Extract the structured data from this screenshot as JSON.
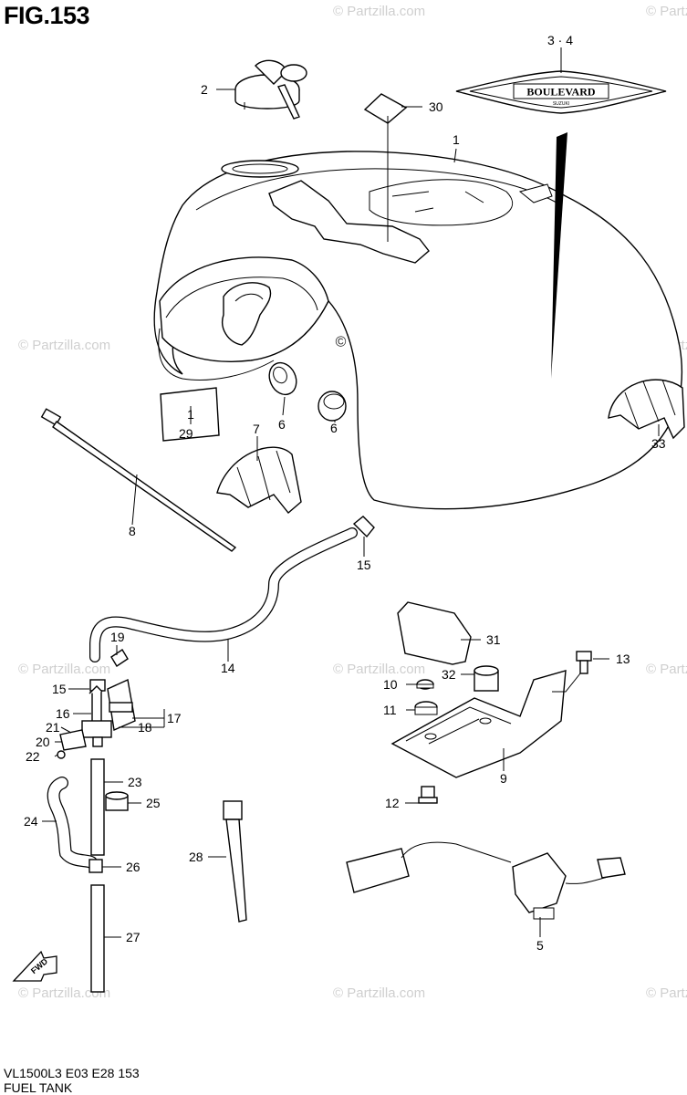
{
  "figure": {
    "title": "FIG.153",
    "model_code": "VL1500L3  E03  E28  153",
    "section_title": "FUEL TANK"
  },
  "watermark": {
    "text": "© Partzilla.com",
    "color": "#cfcfcf"
  },
  "emblem": {
    "text": "BOULEVARD",
    "subtext": "SUZUKI"
  },
  "forward_arrow": {
    "label": "FWD"
  },
  "callouts": {
    "c1": "1",
    "c2": "2",
    "c3_4": "3 · 4",
    "c5": "5",
    "c6a": "6",
    "c6b": "6",
    "c7": "7",
    "c8": "8",
    "c9": "9",
    "c10": "10",
    "c11": "11",
    "c12": "12",
    "c13": "13",
    "c14": "14",
    "c15a": "15",
    "c15b": "15",
    "c16": "16",
    "c17": "17",
    "c18": "18",
    "c19": "19",
    "c20": "20",
    "c21": "21",
    "c22": "22",
    "c23": "23",
    "c24": "24",
    "c25": "25",
    "c26": "26",
    "c27": "27",
    "c28": "28",
    "c29": "29",
    "c29_label": "1",
    "c30": "30",
    "c31": "31",
    "c32": "32",
    "c33": "33"
  }
}
